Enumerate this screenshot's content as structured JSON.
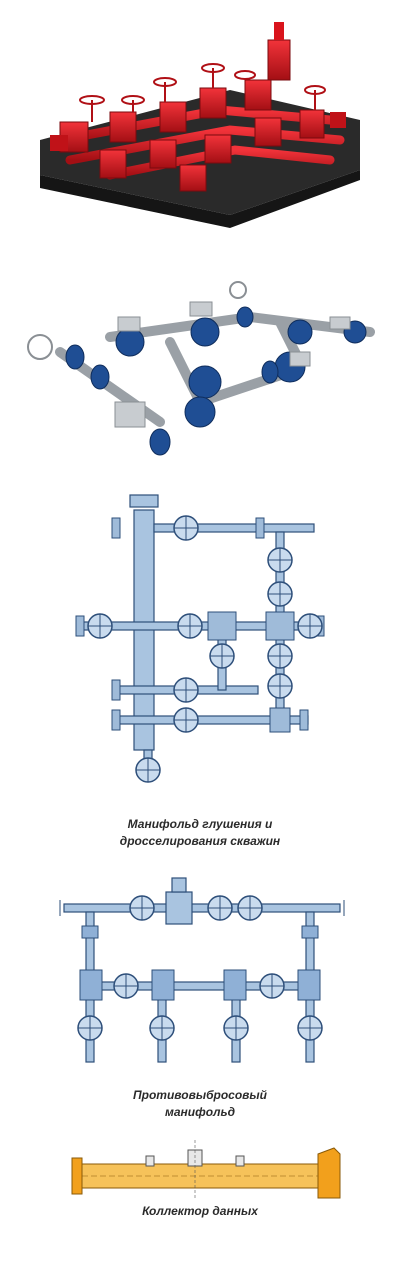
{
  "figures": [
    {
      "id": "photo-red-manifold",
      "caption": ""
    },
    {
      "id": "render-blue-manifold",
      "caption": ""
    },
    {
      "id": "kill-choke-manifold",
      "caption_lines": [
        "Манифольд глушения и",
        "дросселирования  скважин"
      ]
    },
    {
      "id": "bop-manifold",
      "caption_lines": [
        "Противовыбросовый",
        "манифольд"
      ]
    },
    {
      "id": "data-header",
      "caption_lines": [
        "Коллектор данных"
      ]
    }
  ],
  "colors": {
    "red_equipment": "#d9141c",
    "dark_base": "#1e1e1e",
    "pipe_blue": "#a9c4e0",
    "pipe_outline": "#2e4f7a",
    "flange_blue": "#2e57a0",
    "steel_grey": "#c8ccd0",
    "collector_orange": "#f2a01c"
  }
}
